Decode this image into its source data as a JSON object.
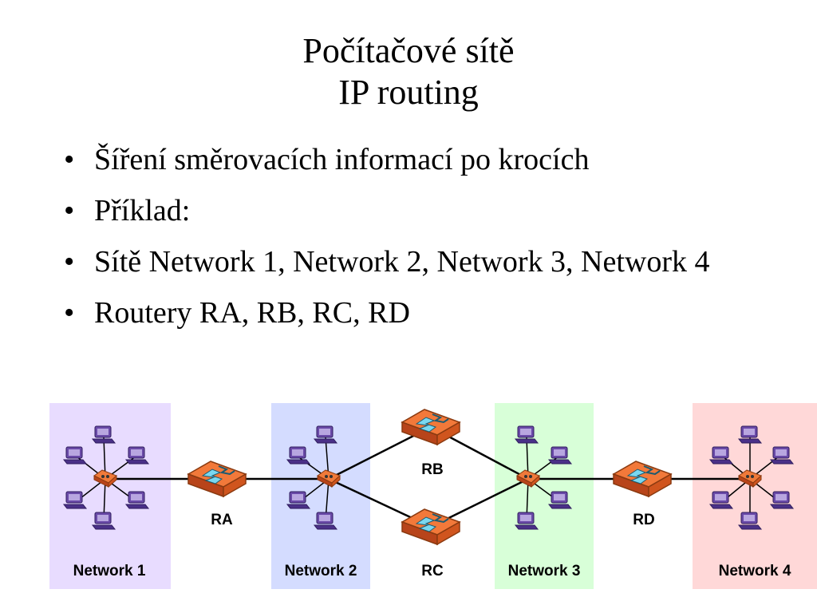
{
  "slide": {
    "title_line1": "Počítačové sítě",
    "title_line2": "IP routing",
    "bullets": [
      "Šíření směrovacích informací po krocích",
      "Příklad:",
      "Sítě Network 1, Network 2, Network 3, Network 4",
      "Routery RA, RB, RC, RD"
    ],
    "bullet_char": "•"
  },
  "diagram": {
    "networks": [
      {
        "label": "Network 1",
        "color": "#e8dcff"
      },
      {
        "label": "Network 2",
        "color": "#d4dcff"
      },
      {
        "label": "Network 3",
        "color": "#d8ffd8"
      },
      {
        "label": "Network 4",
        "color": "#ffd8d8"
      }
    ],
    "routers": [
      {
        "label": "RA"
      },
      {
        "label": "RB"
      },
      {
        "label": "RC"
      },
      {
        "label": "RD"
      }
    ],
    "colors": {
      "router": "#f06a2a",
      "router_dark": "#b8441a",
      "router_arrow": "#7ad8f0",
      "hub": "#e8622a",
      "computer": "#6a4aa8",
      "link": "#000000"
    },
    "icon_names": {
      "router": "router-icon",
      "hub": "hub-icon",
      "computer": "computer-icon"
    }
  }
}
